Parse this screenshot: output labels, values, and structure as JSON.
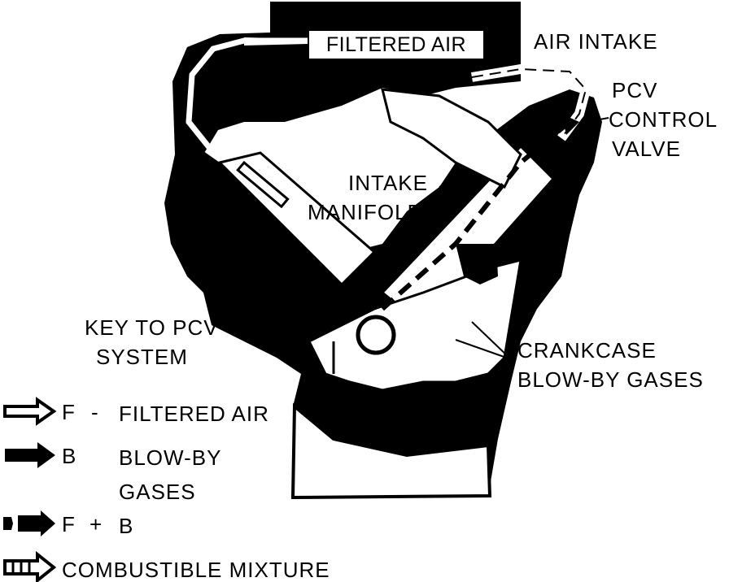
{
  "colors": {
    "ink": "#000000",
    "paper": "#ffffff"
  },
  "labels": {
    "filtered_air_box": "FILTERED AIR",
    "air_intake": "AIR INTAKE",
    "pcv": "PCV",
    "control": "CONTROL",
    "valve": "VALVE",
    "intake": "INTAKE",
    "manifold": "MANIFOLD",
    "crankcase": "CRANKCASE",
    "blowby_gases": "BLOW-BY GASES",
    "key_line1": "KEY TO PCV",
    "key_line2": "SYSTEM"
  },
  "legend": [
    {
      "icon": "filtered-air-arrow-icon",
      "code": "F",
      "dash": "-",
      "text": "FILTERED AIR"
    },
    {
      "icon": "blowby-arrow-icon",
      "code": "B",
      "text": "BLOW-BY"
    },
    {
      "text": "GASES"
    },
    {
      "icon": "mixed-arrow-icon",
      "code": "F",
      "plus": "+",
      "code2": "B"
    },
    {
      "icon": "combustible-arrow-icon",
      "text": "COMBUSTIBLE MIXTURE"
    }
  ]
}
